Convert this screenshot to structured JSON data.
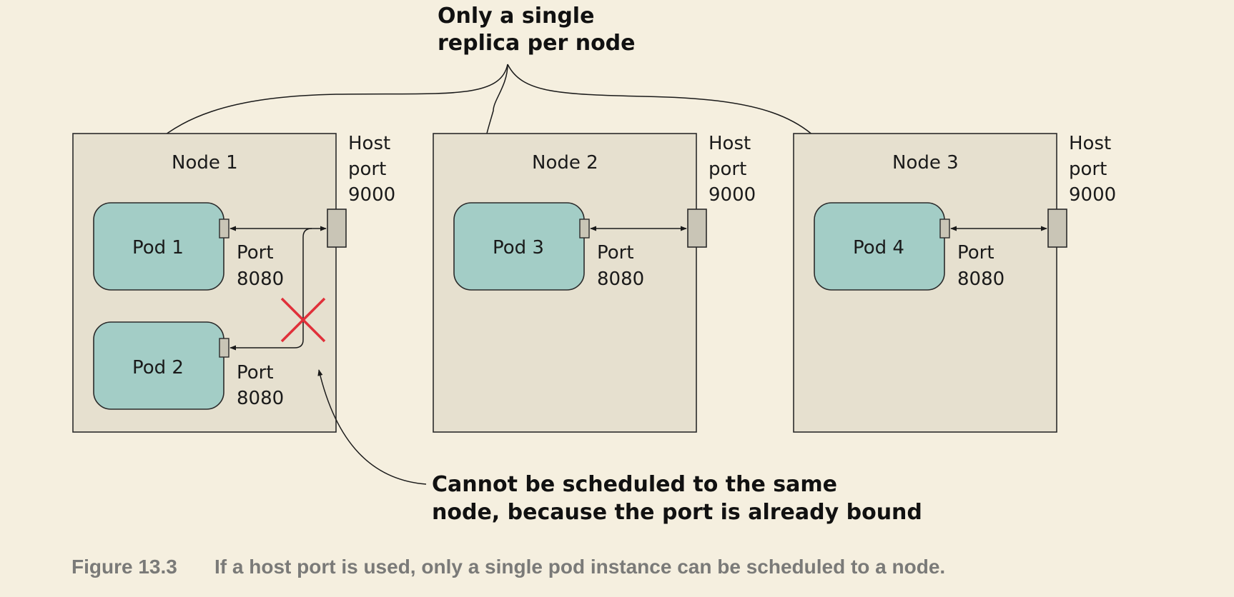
{
  "callout_top": {
    "line1": "Only a single",
    "line2": "replica per node"
  },
  "callout_bottom": {
    "line1": "Cannot be scheduled to the same",
    "line2": "node, because the port is already bound"
  },
  "host_port": {
    "line1": "Host",
    "line2": "port",
    "line3": "9000"
  },
  "pod_port": {
    "line1": "Port",
    "line2": "8080"
  },
  "nodes": [
    {
      "label": "Node 1",
      "pods": [
        "Pod 1",
        "Pod 2"
      ]
    },
    {
      "label": "Node 2",
      "pods": [
        "Pod 3"
      ]
    },
    {
      "label": "Node 3",
      "pods": [
        "Pod 4"
      ]
    }
  ],
  "caption": {
    "figure": "Figure 13.3",
    "text": "If a host port is used, only a single pod instance can be scheduled to a node."
  },
  "colors": {
    "background": "#f5efdf",
    "node_fill": "#e6e0cf",
    "pod_fill": "#a3cdc6",
    "blocked_x": "#e0303a"
  }
}
